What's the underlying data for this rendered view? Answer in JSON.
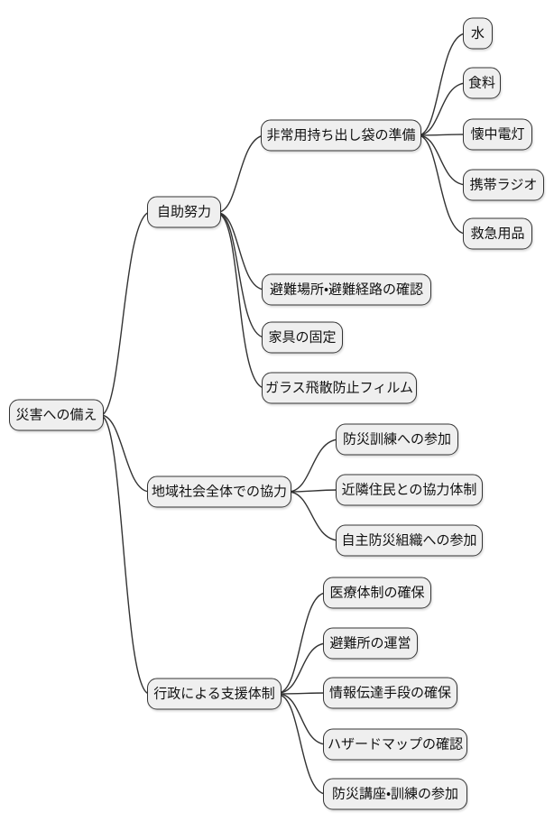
{
  "style": {
    "background": "#ffffff",
    "node_fill": "#efefef",
    "node_border": "#333333",
    "node_text": "#111111",
    "edge_color": "#333333"
  },
  "mindmap": {
    "root": {
      "label": "災害への備え"
    },
    "branches": [
      {
        "label": "自助努力",
        "children": [
          {
            "label": "非常用持ち出し袋の準備",
            "children": [
              {
                "label": "水"
              },
              {
                "label": "食料"
              },
              {
                "label": "懐中電灯"
              },
              {
                "label": "携帯ラジオ"
              },
              {
                "label": "救急用品"
              }
            ]
          },
          {
            "label": "避難場所・避難経路の確認"
          },
          {
            "label": "家具の固定"
          },
          {
            "label": "ガラス飛散防止フィルム"
          }
        ]
      },
      {
        "label": "地域社会全体での協力",
        "children": [
          {
            "label": "防災訓練への参加"
          },
          {
            "label": "近隣住民との協力体制"
          },
          {
            "label": "自主防災組織への参加"
          }
        ]
      },
      {
        "label": "行政による支援体制",
        "children": [
          {
            "label": "医療体制の確保"
          },
          {
            "label": "避難所の運営"
          },
          {
            "label": "情報伝達手段の確保"
          },
          {
            "label": "ハザードマップの確認"
          },
          {
            "label": "防災講座・訓練の参加"
          }
        ]
      }
    ]
  }
}
